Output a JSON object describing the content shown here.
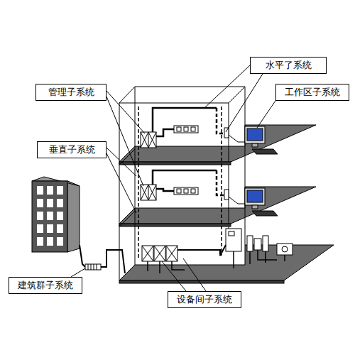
{
  "diagram": {
    "nodes": [
      {
        "text": [
          "水平了系统"
        ]
      },
      {
        "text": [
          "管理子系统"
        ]
      },
      {
        "text": [
          "工作区子系统"
        ]
      },
      {
        "text": [
          "垂直子系统"
        ]
      },
      {
        "text": [
          "建筑群子系统"
        ]
      },
      {
        "text": [
          "设备间子系统"
        ]
      }
    ]
  }
}
